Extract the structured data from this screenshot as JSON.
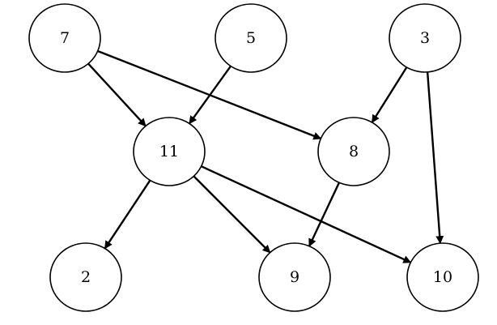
{
  "graph": {
    "nodes": [
      {
        "id": "n7",
        "label": "7"
      },
      {
        "id": "n5",
        "label": "5"
      },
      {
        "id": "n3",
        "label": "3"
      },
      {
        "id": "n11",
        "label": "11"
      },
      {
        "id": "n8",
        "label": "8"
      },
      {
        "id": "n2",
        "label": "2"
      },
      {
        "id": "n9",
        "label": "9"
      },
      {
        "id": "n10",
        "label": "10"
      }
    ],
    "edges": [
      {
        "from": "n7",
        "to": "n11"
      },
      {
        "from": "n7",
        "to": "n8"
      },
      {
        "from": "n5",
        "to": "n11"
      },
      {
        "from": "n3",
        "to": "n8"
      },
      {
        "from": "n3",
        "to": "n10"
      },
      {
        "from": "n11",
        "to": "n2"
      },
      {
        "from": "n11",
        "to": "n9"
      },
      {
        "from": "n11",
        "to": "n10"
      },
      {
        "from": "n8",
        "to": "n9"
      }
    ]
  }
}
